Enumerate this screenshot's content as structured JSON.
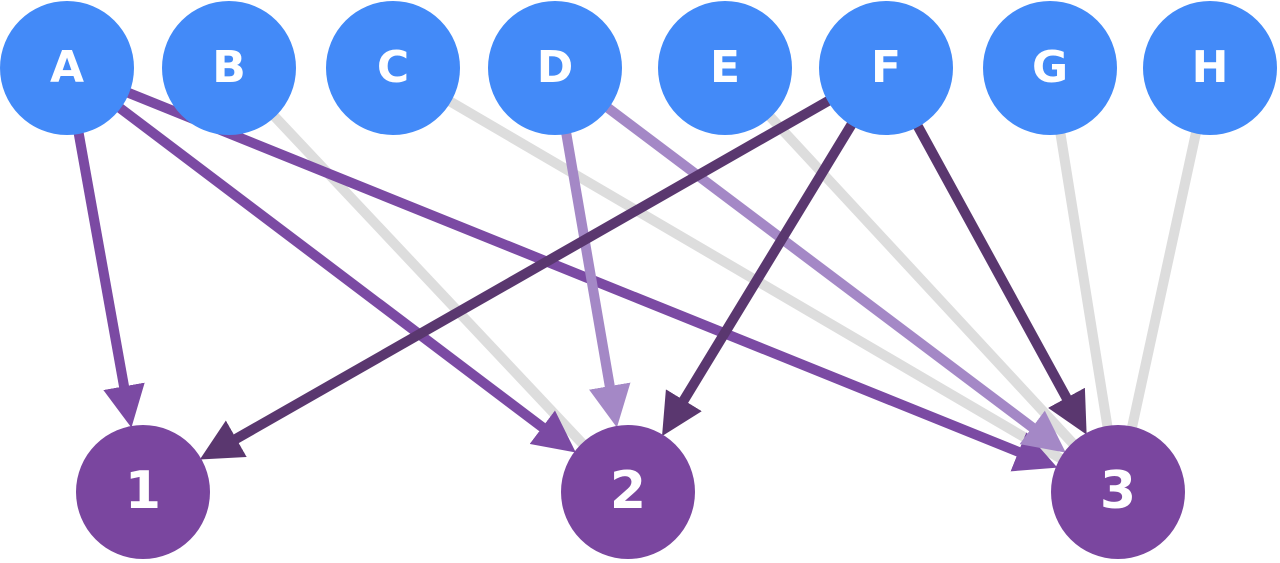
{
  "colors": {
    "source_node": "#438af8",
    "target_node": "#7a469f",
    "edge_primary": "#7b4aa3",
    "edge_dark": "#5a376f",
    "edge_light": "#a488c6",
    "edge_inactive": "#dddddd",
    "label": "#ffffff"
  },
  "sources": [
    {
      "id": "A",
      "label": "A"
    },
    {
      "id": "B",
      "label": "B"
    },
    {
      "id": "C",
      "label": "C"
    },
    {
      "id": "D",
      "label": "D"
    },
    {
      "id": "E",
      "label": "E"
    },
    {
      "id": "F",
      "label": "F"
    },
    {
      "id": "G",
      "label": "G"
    },
    {
      "id": "H",
      "label": "H"
    }
  ],
  "targets": [
    {
      "id": "1",
      "label": "1"
    },
    {
      "id": "2",
      "label": "2"
    },
    {
      "id": "3",
      "label": "3"
    }
  ],
  "edges": [
    {
      "from": "A",
      "to": "1",
      "style": "primary"
    },
    {
      "from": "A",
      "to": "2",
      "style": "primary"
    },
    {
      "from": "A",
      "to": "3",
      "style": "primary"
    },
    {
      "from": "B",
      "to": "2",
      "style": "inactive"
    },
    {
      "from": "C",
      "to": "3",
      "style": "inactive"
    },
    {
      "from": "D",
      "to": "2",
      "style": "light"
    },
    {
      "from": "D",
      "to": "3",
      "style": "light"
    },
    {
      "from": "E",
      "to": "3",
      "style": "inactive"
    },
    {
      "from": "F",
      "to": "1",
      "style": "dark"
    },
    {
      "from": "F",
      "to": "2",
      "style": "dark"
    },
    {
      "from": "F",
      "to": "3",
      "style": "dark"
    },
    {
      "from": "G",
      "to": "3",
      "style": "inactive"
    },
    {
      "from": "H",
      "to": "3",
      "style": "inactive"
    }
  ]
}
